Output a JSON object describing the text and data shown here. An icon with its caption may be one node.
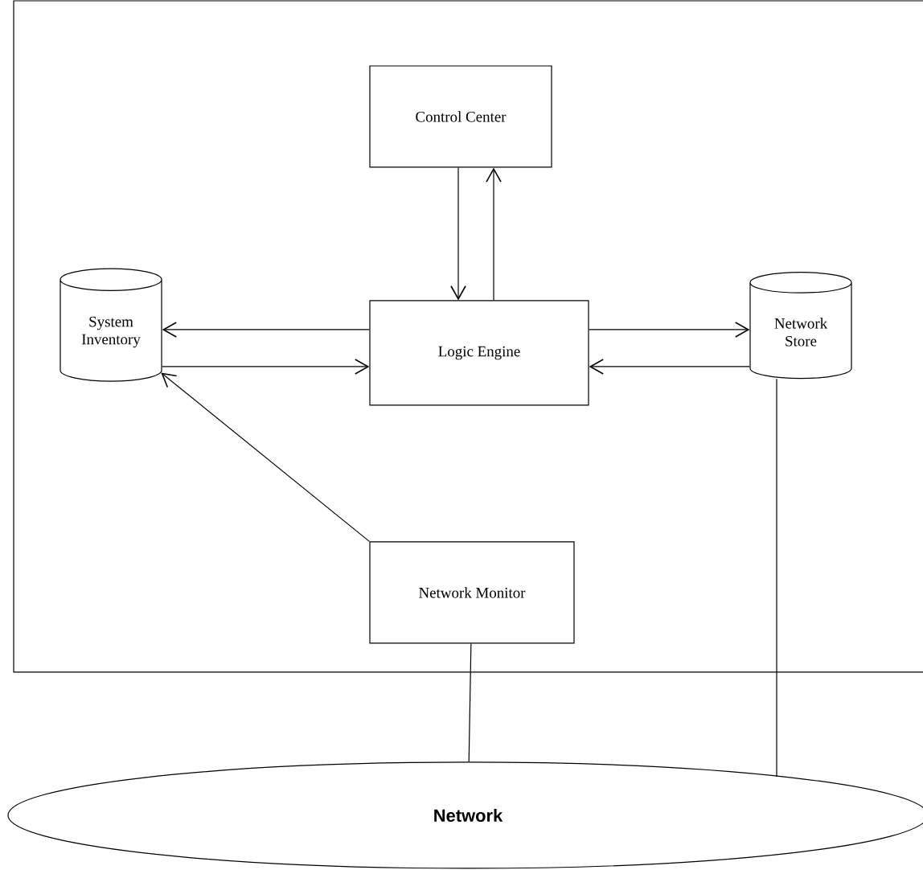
{
  "diagram": {
    "nodes": [
      {
        "text": [
          "Control Center"
        ]
      },
      {
        "text": [
          "System Inventory"
        ]
      },
      {
        "text": [
          "Logic Engine"
        ]
      },
      {
        "text": [
          "Network Store"
        ]
      },
      {
        "text": [
          "Network Monitor"
        ]
      },
      {
        "text": [
          "Network"
        ]
      }
    ],
    "edges": [
      {
        "from": 0,
        "to": 2,
        "arrow": "to"
      },
      {
        "from": 2,
        "to": 0,
        "arrow": "to"
      },
      {
        "from": 2,
        "to": 1,
        "arrow": "to"
      },
      {
        "from": 1,
        "to": 2,
        "arrow": "to"
      },
      {
        "from": 2,
        "to": 3,
        "arrow": "to"
      },
      {
        "from": 3,
        "to": 2,
        "arrow": "to"
      },
      {
        "from": 4,
        "to": 1,
        "arrow": "to"
      },
      {
        "from": 4,
        "to": 5,
        "arrow": "none"
      },
      {
        "from": 3,
        "to": 5,
        "arrow": "none"
      }
    ]
  }
}
